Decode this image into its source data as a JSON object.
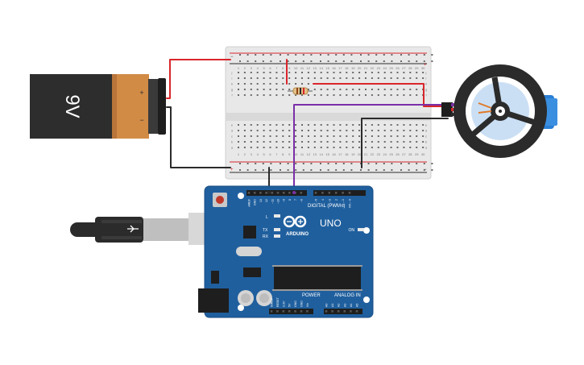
{
  "battery": {
    "label": "9V",
    "plus": "+",
    "minus": "−"
  },
  "breadboard": {
    "rail_plus": "+",
    "rail_minus": "−",
    "col_numbers": [
      "1",
      "2",
      "3",
      "4",
      "5",
      "6",
      "7",
      "8",
      "9",
      "10",
      "11",
      "12",
      "13",
      "14",
      "15",
      "16",
      "17",
      "18",
      "19",
      "20",
      "21",
      "22",
      "23",
      "24",
      "25",
      "26",
      "27",
      "28",
      "29",
      "30"
    ],
    "row_letters_top": [
      "j",
      "i",
      "h",
      "g",
      "f"
    ],
    "row_letters_bottom": [
      "e",
      "d",
      "c",
      "b",
      "a"
    ]
  },
  "arduino": {
    "brand": "ARDUINO",
    "model": "UNO",
    "digital_label": "DIGITAL (PWM~)",
    "power_label": "POWER",
    "analog_label": "ANALOG IN",
    "led_l": "L",
    "led_tx": "TX",
    "led_rx": "RX",
    "led_on": "ON",
    "header_pins_top": [
      "AREF",
      "GND",
      "13",
      "12",
      "~11",
      "~10",
      "~9",
      "8",
      "7",
      "~6",
      "~5",
      "4",
      "~3",
      "2",
      "TX→1",
      "RX←0"
    ],
    "power_pins": [
      "IOREF",
      "RESET",
      "3.3V",
      "5V",
      "GND",
      "GND",
      "Vin"
    ],
    "analog_pins": [
      "A0",
      "A1",
      "A2",
      "A3",
      "A4",
      "A5"
    ]
  },
  "colors": {
    "board": "#1f5f9e",
    "breadboard": "#e6e6e6",
    "wire_red": "#d9262c",
    "wire_black": "#2b2b2b",
    "wire_purple": "#7b2fa8",
    "battery_body": "#2d2d2d",
    "battery_cap": "#d18b45",
    "servo": "#2a7fd4"
  },
  "icons": [
    "arduino-infinity-logo",
    "usb-cable-plug"
  ]
}
